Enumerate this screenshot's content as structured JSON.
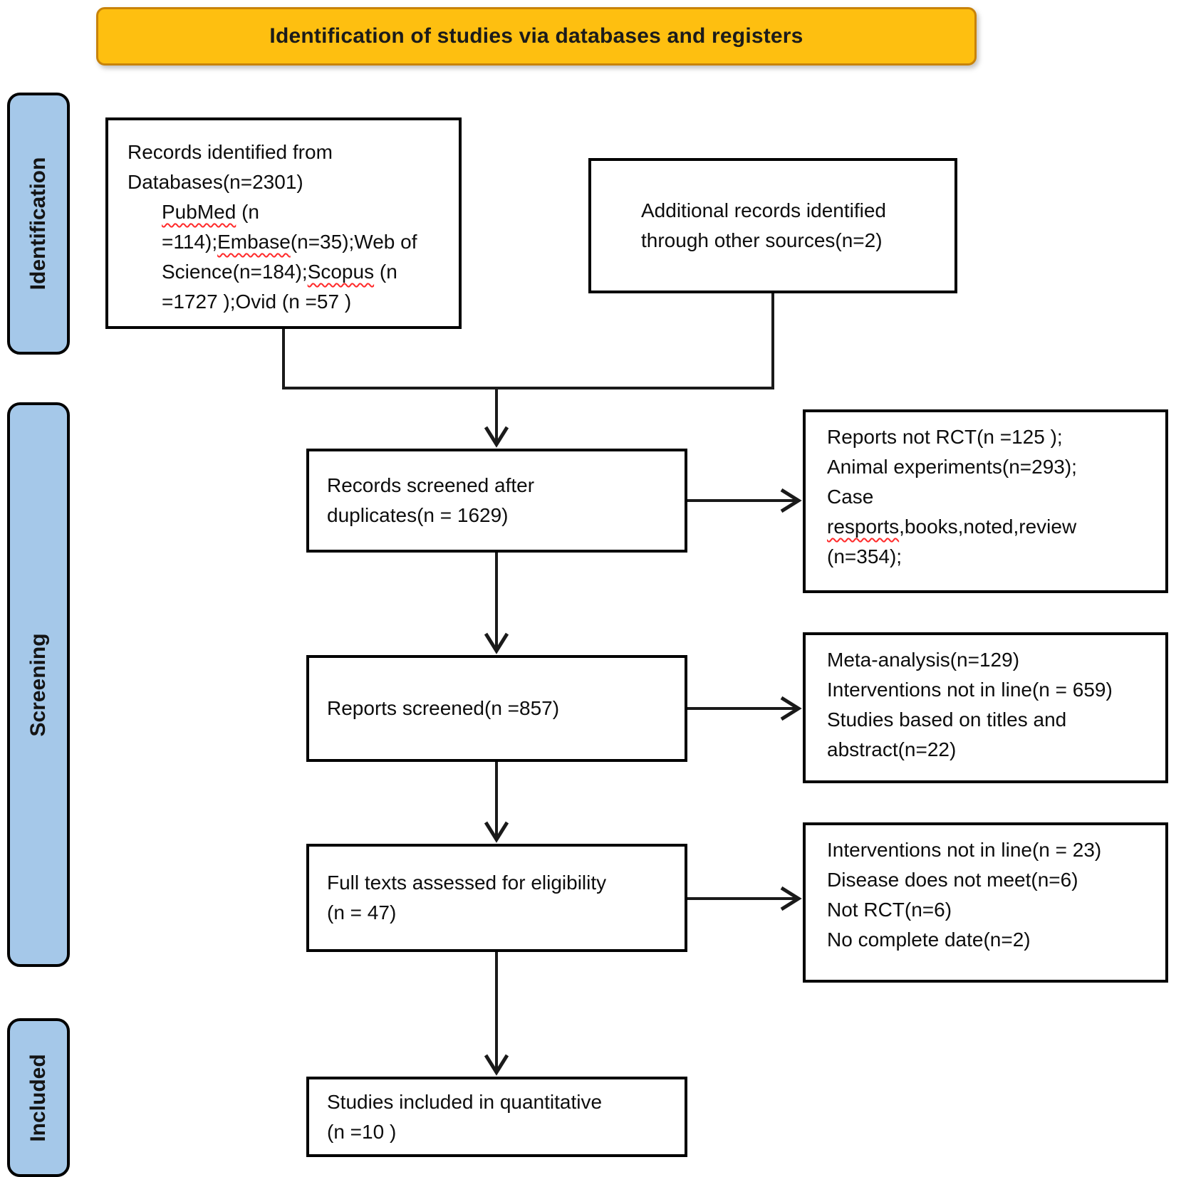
{
  "banner": {
    "title": "Identification of studies via databases and registers"
  },
  "sidebar": {
    "stages": [
      {
        "label": "Identification"
      },
      {
        "label": "Screening"
      },
      {
        "label": "Included"
      }
    ]
  },
  "colors": {
    "banner_fill": "#FEBF10",
    "banner_border": "#C8830A",
    "stage_fill": "#A5C8E9",
    "box_border": "#000000",
    "arrow": "#1a1a1a",
    "spellcheck_underline": "#FF2A2A"
  },
  "boxes": {
    "records_identified": {
      "lines": [
        {
          "segments": [
            {
              "text": "Records identified from"
            }
          ]
        },
        {
          "segments": [
            {
              "text": "Databases(n=2301)"
            }
          ]
        },
        {
          "indent": true,
          "segments": [
            {
              "text": "PubMed",
              "wavy": true
            },
            {
              "text": " (n"
            }
          ]
        },
        {
          "indent": true,
          "segments": [
            {
              "text": "=114);"
            },
            {
              "text": "Embase",
              "wavy": true
            },
            {
              "text": "(n=35);Web of"
            }
          ]
        },
        {
          "indent": true,
          "segments": [
            {
              "text": "Science(n=184);"
            },
            {
              "text": "Scopus",
              "wavy": true
            },
            {
              "text": " (n"
            }
          ]
        },
        {
          "indent": true,
          "segments": [
            {
              "text": "=1727 );Ovid (n =57 )"
            }
          ]
        }
      ]
    },
    "additional_records": {
      "lines": [
        {
          "segments": [
            {
              "text": "Additional records identified"
            }
          ]
        },
        {
          "segments": [
            {
              "text": "through other sources(n=2)"
            }
          ]
        }
      ]
    },
    "records_screened": {
      "lines": [
        {
          "segments": [
            {
              "text": "Records screened after"
            }
          ]
        },
        {
          "segments": [
            {
              "text": "duplicates(n = 1629)"
            }
          ]
        }
      ]
    },
    "exclusion_1": {
      "lines": [
        {
          "segments": [
            {
              "text": "Reports not RCT(n =125 );"
            }
          ]
        },
        {
          "segments": [
            {
              "text": "Animal experiments(n=293);"
            }
          ]
        },
        {
          "segments": [
            {
              "text": "Case"
            }
          ]
        },
        {
          "segments": [
            {
              "text": "resports",
              "wavy": true
            },
            {
              "text": ",books,noted,review"
            }
          ]
        },
        {
          "segments": [
            {
              "text": "(n=354);"
            }
          ]
        }
      ]
    },
    "reports_screened": {
      "lines": [
        {
          "segments": [
            {
              "text": "Reports screened(n =857)"
            }
          ]
        }
      ]
    },
    "exclusion_2": {
      "lines": [
        {
          "segments": [
            {
              "text": "Meta-analysis(n=129)"
            }
          ]
        },
        {
          "segments": [
            {
              "text": "Interventions not in line(n = 659)"
            }
          ]
        },
        {
          "segments": [
            {
              "text": "Studies based on titles and"
            }
          ]
        },
        {
          "segments": [
            {
              "text": "abstract(n=22)"
            }
          ]
        }
      ]
    },
    "full_texts": {
      "lines": [
        {
          "segments": [
            {
              "text": "Full texts assessed for eligibility"
            }
          ]
        },
        {
          "segments": [
            {
              "text": "(n = 47)"
            }
          ]
        }
      ]
    },
    "exclusion_3": {
      "lines": [
        {
          "segments": [
            {
              "text": "Interventions not in line(n = 23)"
            }
          ]
        },
        {
          "segments": [
            {
              "text": "Disease does not meet(n=6)"
            }
          ]
        },
        {
          "segments": [
            {
              "text": "Not RCT(n=6)"
            }
          ]
        },
        {
          "segments": [
            {
              "text": "No complete date(n=2)"
            }
          ]
        }
      ]
    },
    "studies_included": {
      "lines": [
        {
          "segments": [
            {
              "text": "Studies included in quantitative"
            }
          ]
        },
        {
          "segments": [
            {
              "text": "(n =10 )"
            }
          ]
        }
      ]
    }
  }
}
